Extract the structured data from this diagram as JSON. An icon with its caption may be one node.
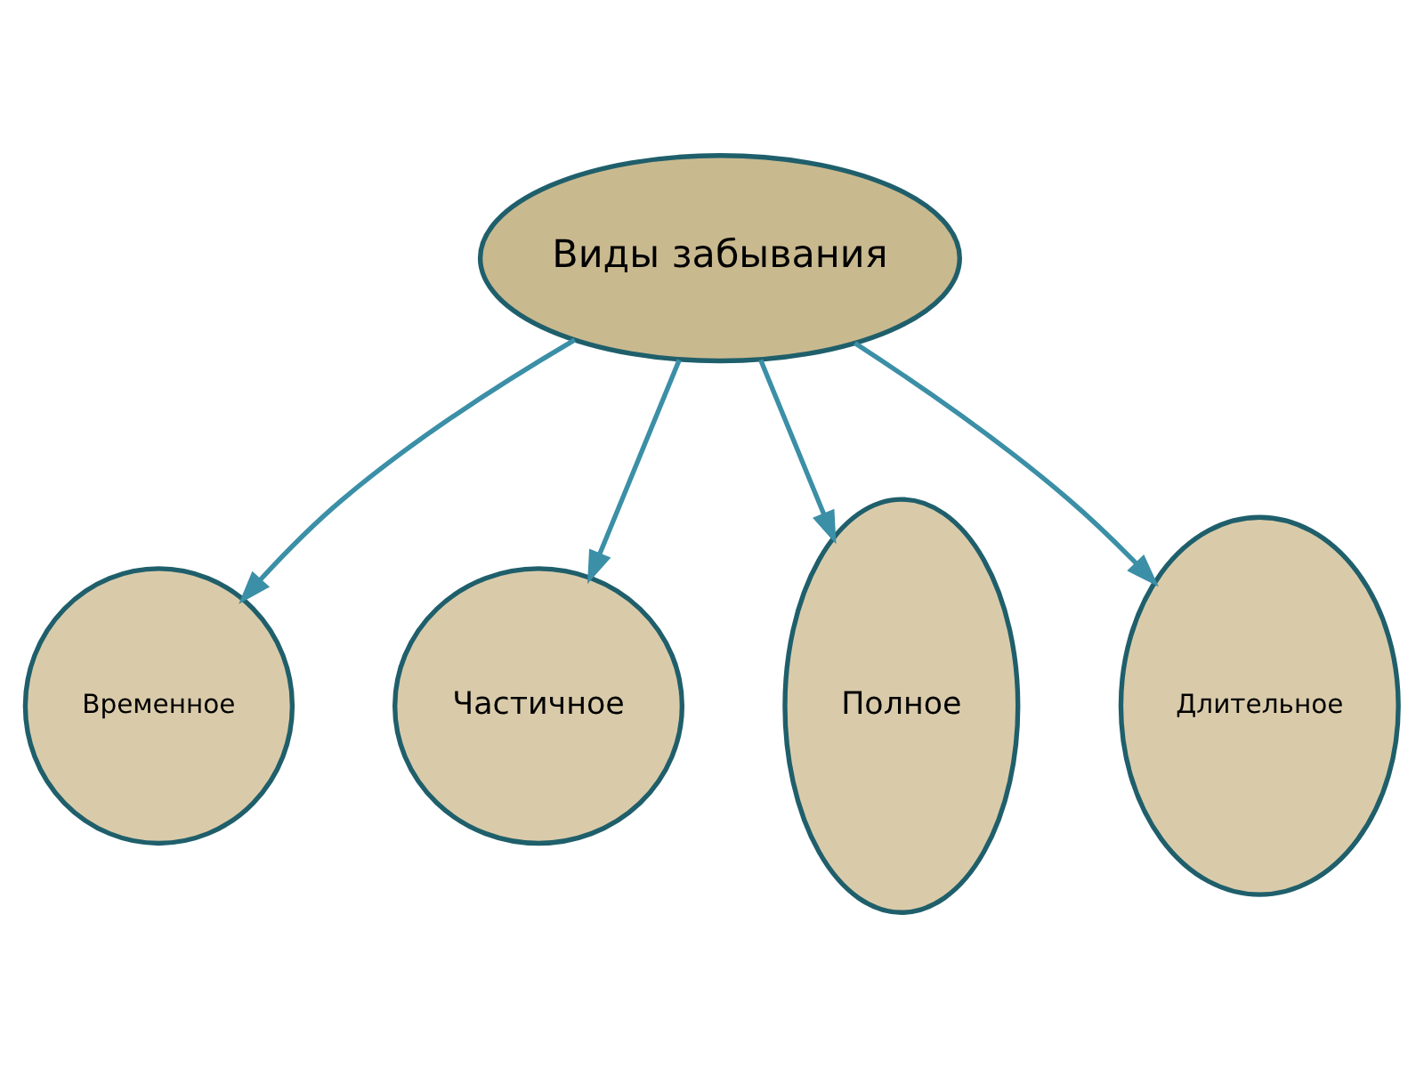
{
  "diagram": {
    "nodes": [
      {
        "text": [
          "Виды забывания"
        ]
      },
      {
        "text": [
          "Временное"
        ]
      },
      {
        "text": [
          "Частичное"
        ]
      },
      {
        "text": [
          "Полное"
        ]
      },
      {
        "text": [
          "Длительное"
        ]
      }
    ],
    "edges": [
      {
        "from": 0,
        "to": 3,
        "arrow": "to"
      },
      {
        "from": 0,
        "to": 2,
        "arrow": "to"
      },
      {
        "from": 0,
        "to": 4,
        "arrow": "to"
      },
      {
        "from": 0,
        "to": 1,
        "arrow": "to"
      }
    ]
  }
}
